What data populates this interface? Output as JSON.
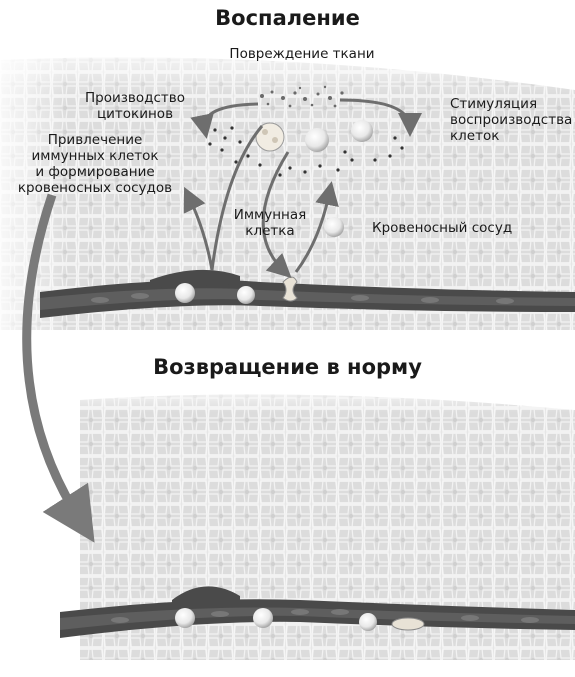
{
  "top_panel": {
    "title": "Воспаление",
    "labels": {
      "tissue_damage": "Повреждение ткани",
      "cytokines": [
        "Производство",
        "цитокинов"
      ],
      "cell_reproduction": [
        "Стимуляция",
        "воспроизводства",
        "клеток"
      ],
      "recruitment": [
        "Привлечение",
        "иммунных клеток",
        "и формирование",
        "кровеносных сосудов"
      ],
      "immune_cell": [
        "Иммунная",
        "клетка"
      ],
      "blood_vessel": "Кровеносный сосуд"
    }
  },
  "bottom_panel": {
    "title": "Возвращение в норму"
  },
  "colors": {
    "tissue": "#dcdcdc",
    "cell_border": "#f4f4f4",
    "vessel": "#4a4a4a",
    "arrow": "#6e6e6e"
  }
}
